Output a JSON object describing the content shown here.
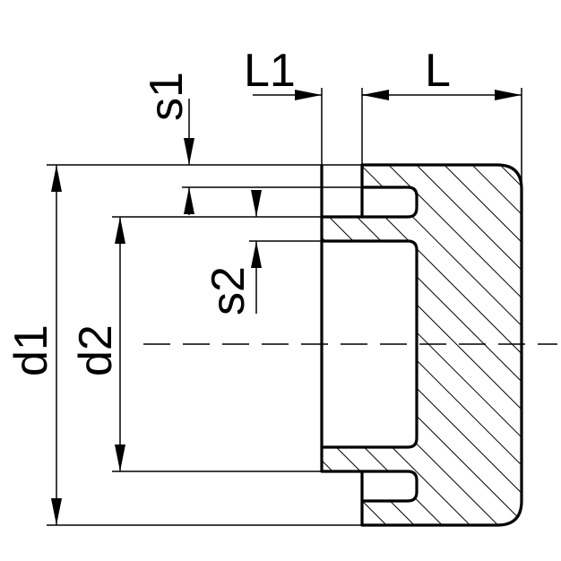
{
  "labels": {
    "s1": "s1",
    "L1": "L1",
    "L": "L",
    "s2": "s2",
    "d1": "d1",
    "d2": "d2"
  }
}
